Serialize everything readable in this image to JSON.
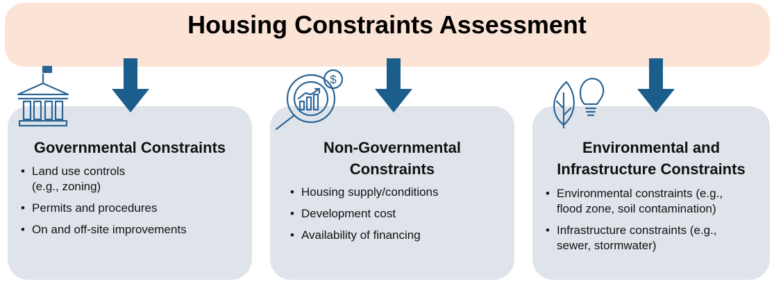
{
  "title": "Housing Constraints Assessment",
  "colors": {
    "banner": "#fbe3d6",
    "card": "#dfe4eb",
    "arrow": "#1b5e8c",
    "icon": "#2a6596"
  },
  "cards": [
    {
      "icon": "government-building-icon",
      "title_lines": [
        "Governmental Constraints"
      ],
      "bullets": [
        [
          "Land use controls",
          "(e.g., zoning)"
        ],
        [
          "Permits and procedures"
        ],
        [
          "On and off-site improvements"
        ]
      ]
    },
    {
      "icon": "magnifier-chart-dollar-icon",
      "title_lines": [
        "Non-Governmental",
        "Constraints"
      ],
      "bullets": [
        [
          "Housing supply/conditions"
        ],
        [
          "Development cost"
        ],
        [
          "Availability of financing"
        ]
      ]
    },
    {
      "icon": "leaf-lightbulb-icon",
      "title_lines": [
        "Environmental and",
        "Infrastructure Constraints"
      ],
      "bullets": [
        [
          "Environmental constraints (e.g.,",
          "flood zone, soil contamination)"
        ],
        [
          "Infrastructure constraints (e.g.,",
          "sewer, stormwater)"
        ]
      ]
    }
  ]
}
